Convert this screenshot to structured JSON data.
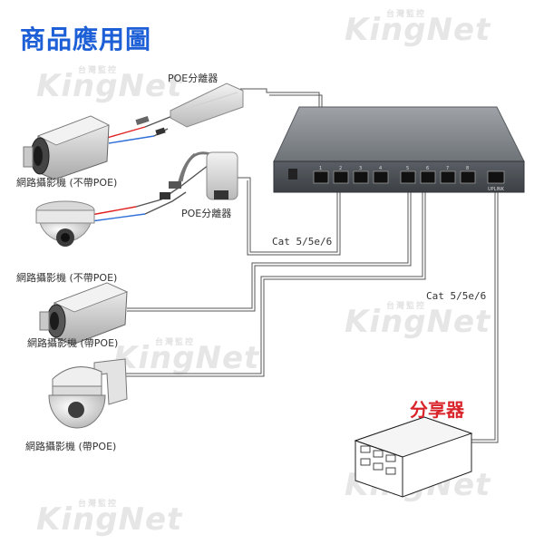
{
  "title": "商品應用圖",
  "watermark": {
    "brand": "KingNet",
    "tag": "台灣監控"
  },
  "switch": {
    "port_labels": [
      "1",
      "2",
      "3",
      "4",
      "5",
      "6",
      "7",
      "8"
    ],
    "uplink_label": "UPLINK"
  },
  "poe_splitter_top": "POE分離器",
  "poe_splitter_mid": "POE分離器",
  "cable_label_top": "Cat 5/5e/6",
  "cable_label_right": "Cat 5/5e/6",
  "router_label": "分享器",
  "cameras": [
    {
      "label": "網路攝影機 (不帶POE)"
    },
    {
      "label": "網路攝影機 (不帶POE)"
    },
    {
      "label": "網路攝影機 (帶POE)"
    },
    {
      "label": "網路攝影機 (帶POE)"
    }
  ],
  "colors": {
    "title": "#1d5fd6",
    "router_label": "#d8242a",
    "wire": "#555555",
    "red_cable": "#e02020",
    "blue_cable": "#2f6fd8"
  }
}
